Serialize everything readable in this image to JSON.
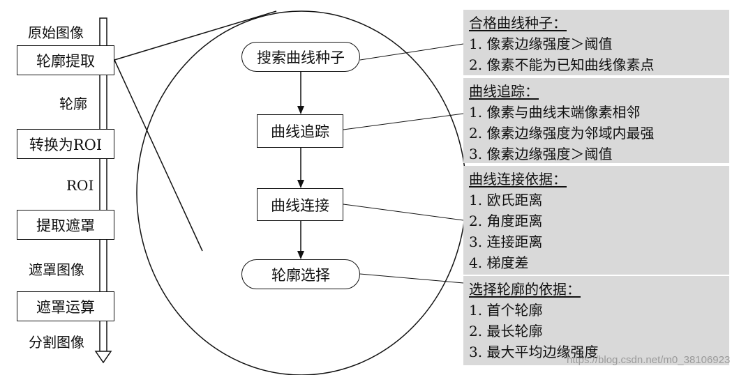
{
  "left_flow": {
    "top_label": "原始图像",
    "steps": [
      {
        "box": "轮廓提取",
        "after": "轮廓"
      },
      {
        "box": "转换为ROI",
        "after": "ROI"
      },
      {
        "box": "提取遮罩",
        "after": "遮罩图像"
      },
      {
        "box": "遮罩运算",
        "after": "分割图像"
      }
    ]
  },
  "circle_flow": {
    "nodes": [
      "搜索曲线种子",
      "曲线追踪",
      "曲线连接",
      "轮廓选择"
    ]
  },
  "panels": [
    {
      "title": "合格曲线种子：",
      "items": [
        "1. 像素边缘强度＞阈值",
        "2. 像素不能为已知曲线像素点"
      ]
    },
    {
      "title": "曲线追踪：",
      "items": [
        "1. 像素与曲线末端像素相邻",
        "2. 像素边缘强度为邻域内最强",
        "3. 像素边缘强度＞阈值"
      ]
    },
    {
      "title": "曲线连接依据：",
      "items": [
        "1. 欧氏距离",
        "2. 角度距离",
        "3. 连接距离",
        "4. 梯度差"
      ]
    },
    {
      "title": "选择轮廓的依据：",
      "items": [
        "1. 首个轮廓",
        "2. 最长轮廓",
        "3. 最大平均边缘强度"
      ]
    }
  ],
  "watermark": "https://blog.csdn.net/m0_38106923"
}
